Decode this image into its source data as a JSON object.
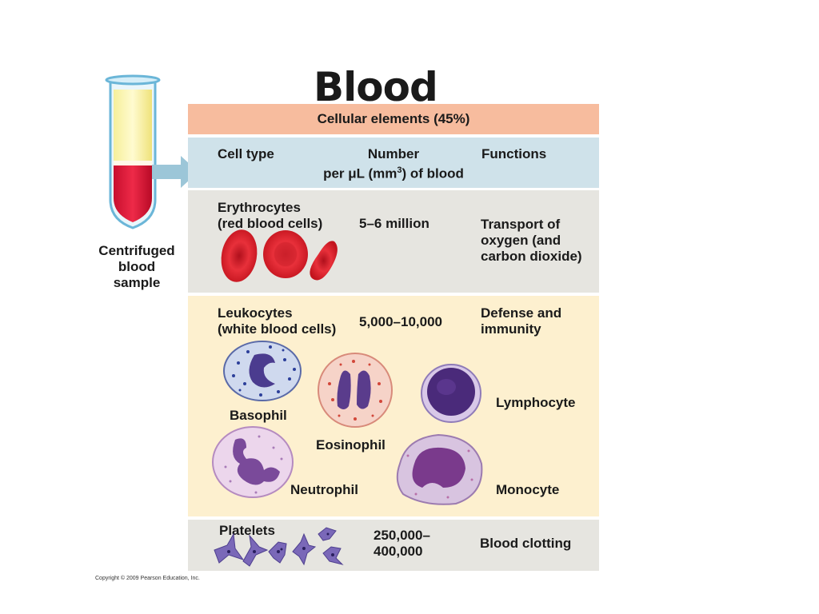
{
  "title": "Blood",
  "tube": {
    "caption": [
      "Centrifuged",
      "blood",
      "sample"
    ]
  },
  "header": {
    "label": "Cellular elements (45%)"
  },
  "columns": {
    "cell_type": "Cell type",
    "number": [
      "Number",
      "per μL (mm",
      "3",
      ") of blood"
    ],
    "functions": "Functions"
  },
  "rows": {
    "erythrocytes": {
      "name": [
        "Erythrocytes",
        "(red blood cells)"
      ],
      "number": "5–6 million",
      "function": [
        "Transport of",
        "oxygen (and",
        "carbon dioxide)"
      ]
    },
    "leukocytes": {
      "name": [
        "Leukocytes",
        "(white blood cells)"
      ],
      "number": "5,000–10,000",
      "function": [
        "Defense and",
        "immunity"
      ],
      "types": {
        "basophil": "Basophil",
        "eosinophil": "Eosinophil",
        "lymphocyte": "Lymphocyte",
        "neutrophil": "Neutrophil",
        "monocyte": "Monocyte"
      }
    },
    "platelets": {
      "name": "Platelets",
      "number": [
        "250,000–",
        "400,000"
      ],
      "function": "Blood clotting"
    }
  },
  "copyright": "Copyright © 2009 Pearson Education, Inc."
}
